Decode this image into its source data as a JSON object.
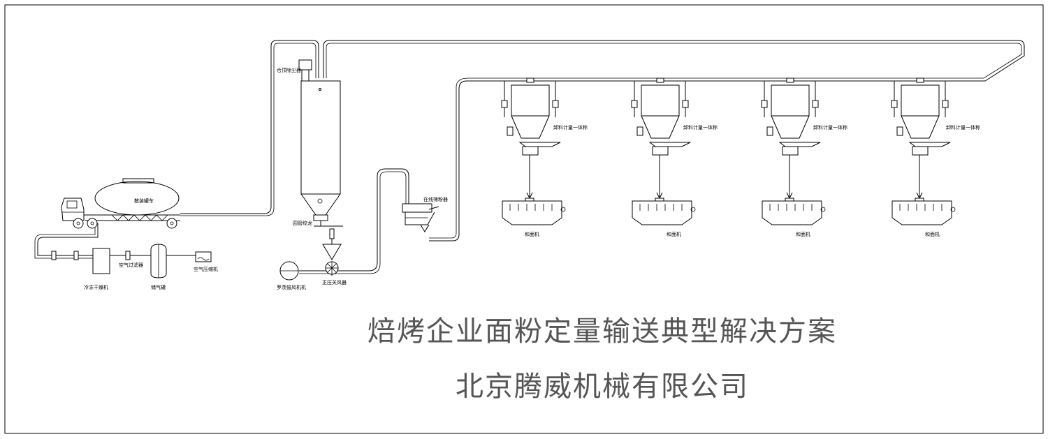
{
  "title": "焙烤企业面粉定量输送典型解决方案",
  "company": "北京腾威机械有限公司",
  "labels": {
    "tanker": "散装罐车",
    "dust_collector": "仓顶除尘器",
    "silo_discharger": "园管绞龙",
    "rotary_valve": "正压关风器",
    "roots_blower": "罗茨鼓风机机",
    "dryer": "冷冻干燥机",
    "air_filter": "空气过滤器",
    "air_tank": "储气罐",
    "compressor": "空气压缩机",
    "sifter": "在线筛粉器"
  },
  "stations": [
    {
      "weigh_label": "卸料计量一体称",
      "mixer_label": "和面机"
    },
    {
      "weigh_label": "卸料计量一体称",
      "mixer_label": "和面机"
    },
    {
      "weigh_label": "卸料计量一体称",
      "mixer_label": "和面机"
    },
    {
      "weigh_label": "卸料计量一体称",
      "mixer_label": "和面机"
    }
  ]
}
